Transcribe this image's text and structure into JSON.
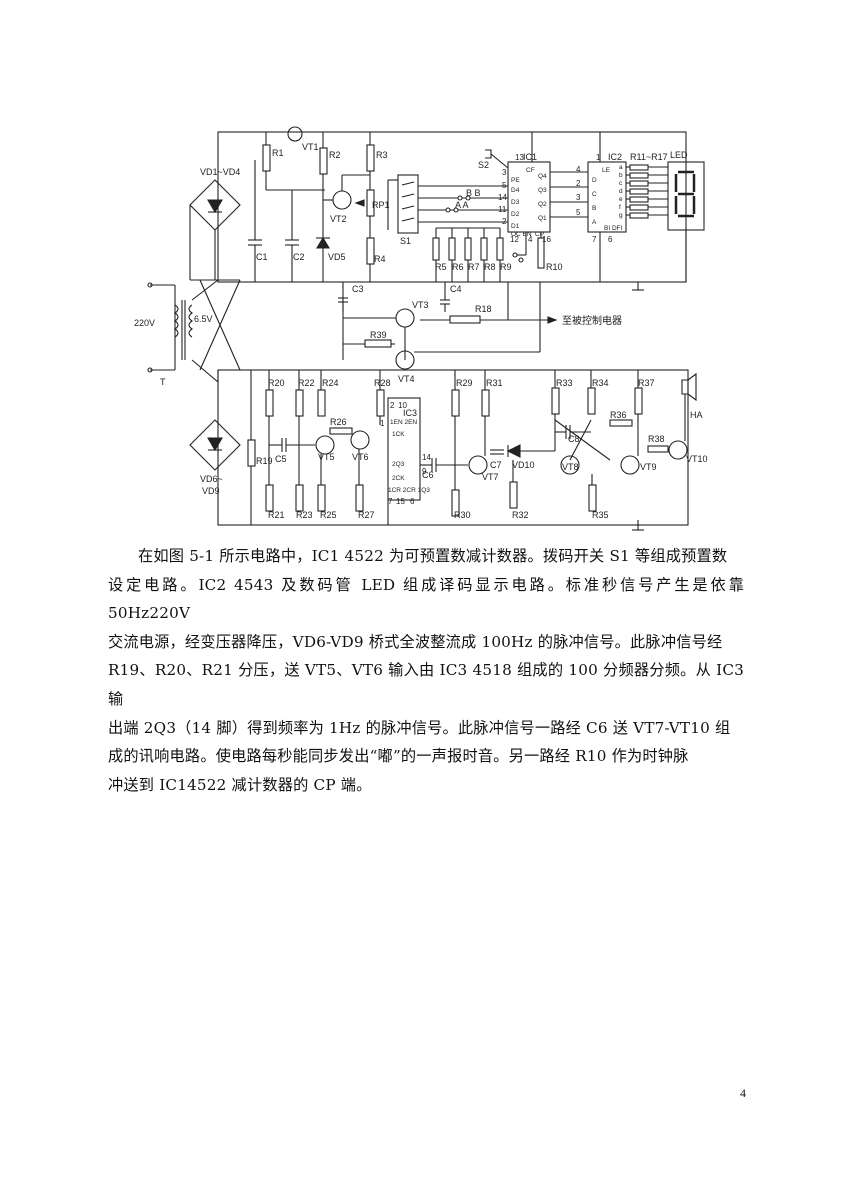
{
  "figure": {
    "labels": {
      "vd1_vd4": "VD1~VD4",
      "r1": "R1",
      "vt1": "VT1",
      "r2": "R2",
      "r3": "R3",
      "vt2": "VT2",
      "rp1": "RP1",
      "vd5": "VD5",
      "r4": "R4",
      "c1": "C1",
      "c2": "C2",
      "s1": "S1",
      "s2": "S2",
      "ic1": "IC1",
      "ic2": "IC2",
      "r11_r17": "R11~R17",
      "led": "LED",
      "pe": "PE",
      "d4": "D4",
      "d3": "D3",
      "d2": "D2",
      "d1": "D1",
      "cf": "CF",
      "q4": "Q4",
      "q3": "Q3",
      "q2": "Q2",
      "q1": "Q1",
      "o_en": "OC EN",
      "cp": "CP",
      "le": "LE",
      "d": "D",
      "c": "C",
      "b": "B",
      "a": "A",
      "bi_dfi": "BI DFI",
      "seg_a": "a",
      "seg_b": "b",
      "seg_c": "c",
      "seg_d": "d",
      "seg_e": "e",
      "seg_f": "f",
      "seg_g": "g",
      "bb": "B B",
      "aa": "A A",
      "r5": "R5",
      "r6": "R6",
      "r7": "R7",
      "r8": "R8",
      "r9": "R9",
      "r10": "R10",
      "c3": "C3",
      "c4": "C4",
      "vt3": "VT3",
      "r18": "R18",
      "to_ctrl": "至被控制电器",
      "v220": "220V",
      "v65": "6.5V",
      "t": "T",
      "r39": "R39",
      "vt4": "VT4",
      "r20": "R20",
      "r22": "R22",
      "r24": "R24",
      "r28": "R28",
      "r29": "R29",
      "r31": "R31",
      "r33": "R33",
      "r34": "R34",
      "r37": "R37",
      "ha": "HA",
      "c5": "C5",
      "r26": "R26",
      "vt5": "VT5",
      "vt6": "VT6",
      "ic3": "IC3",
      "c6": "C6",
      "c7": "C7",
      "vt7": "VT7",
      "vd10": "VD10",
      "c8": "C8",
      "r36": "R36",
      "r38": "R38",
      "vt8": "VT8",
      "vt9": "VT9",
      "vt10": "VT10",
      "r19": "R19",
      "vd6_vd9": "VD6~",
      "vd9": "VD9",
      "r21": "R21",
      "r23": "R23",
      "r25": "R25",
      "r27": "R27",
      "r30": "R30",
      "r32": "R32",
      "r35": "R35",
      "p1en": "1EN 2EN",
      "p1ck": "1CK",
      "p2q3": "2Q3",
      "p2ck": "2CK",
      "p_bot": "1CR 2CR 1Q3",
      "pins": {
        "p3": "3",
        "p5": "5",
        "p4": "4",
        "p6": "6",
        "p2": "2",
        "p10": "10",
        "p14": "14",
        "p9": "9",
        "p7": "7",
        "p15": "15",
        "p16": "16",
        "p12": "12",
        "p13": "13",
        "p1": "1",
        "p1b": "1",
        "p4b": "4",
        "p2b": "2",
        "p3b": "3",
        "p5b": "5",
        "p7b": "7",
        "p6b": "6",
        "p14b": "14",
        "p11": "11"
      }
    }
  },
  "paragraph": {
    "l1": "在如图 5-1 所示电路中，IC1 4522 为可预置数减计数器。拨码开关 S1 等组成预置数",
    "l2": "设定电路。IC2 4543 及数码管 LED 组成译码显示电路。标准秒信号产生是依靠 50Hz220V",
    "l3": "交流电源，经变压器降压，VD6-VD9 桥式全波整流成 100Hz 的脉冲信号。此脉冲信号经",
    "l4": "R19、R20、R21 分压，送 VT5、VT6 输入由 IC3 4518 组成的 100 分频器分频。从 IC3 输",
    "l5": "出端 2Q3（14 脚）得到频率为 1Hz 的脉冲信号。此脉冲信号一路经 C6 送 VT7-VT10 组",
    "l6": "成的讯响电路。使电路每秒能同步发出“嘟”的一声报时音。另一路经 R10 作为时钟脉",
    "l7": "冲送到 IC14522 减计数器的 CP 端。"
  },
  "page_number": "4"
}
